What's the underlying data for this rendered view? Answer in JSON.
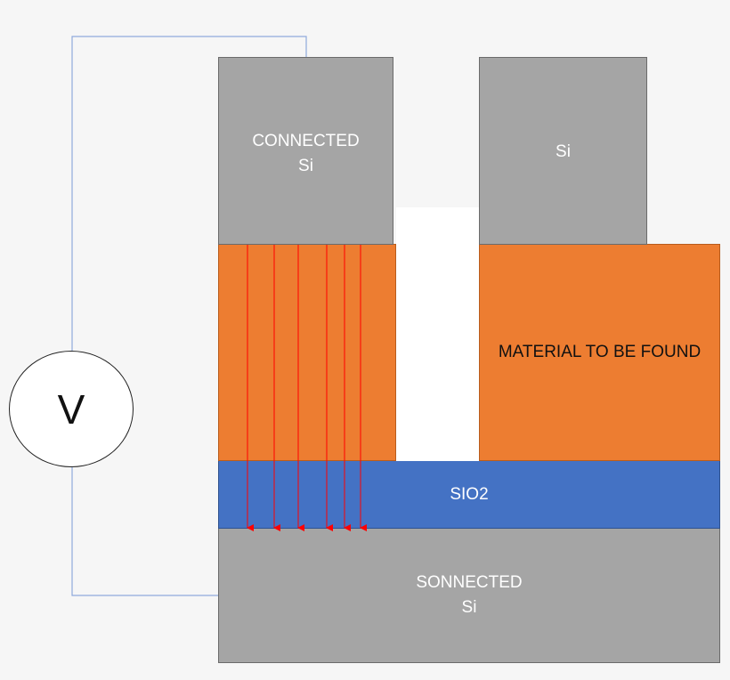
{
  "blocks": {
    "top_left_si": "CONNECTED\nSi",
    "top_right_si": "Si",
    "material": "MATERIAL TO BE FOUND",
    "oxide": "SIO2",
    "bottom_si": "SONNECTED\nSi"
  },
  "voltmeter": {
    "label": "V"
  },
  "field_lines": {
    "count": 6,
    "color": "#ff0000"
  },
  "colors": {
    "silicon": "#a5a5a5",
    "material": "#ed7d31",
    "oxide": "#4472c4",
    "wire": "#8faadc",
    "background": "#f6f6f6"
  }
}
